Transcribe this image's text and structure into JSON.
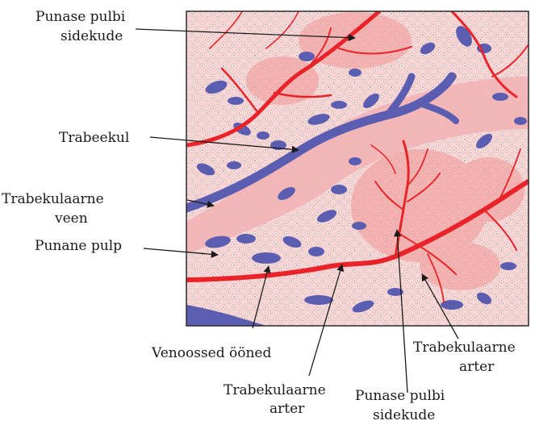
{
  "labels": {
    "red_pulp_cords_top_line1": "Punase pulbi",
    "red_pulp_cords_top_line2": "sidekude",
    "trabecula": "Trabeekul",
    "trabecular_vein_line1": "Trabekulaarne",
    "trabecular_vein_line2": "veen",
    "red_pulp": "Punane pulp",
    "venous_sinuses": "Venoossed ööned",
    "trabecular_artery_bottom_line1": "Trabekulaarne",
    "trabecular_artery_bottom_line2": "arter",
    "red_pulp_cords_bottom_line1": "Punase pulbi",
    "red_pulp_cords_bottom_line2": "sidekude",
    "trabecular_artery_right_line1": "Trabekulaarne",
    "trabecular_artery_right_line2": "arter"
  },
  "colors": {
    "tissue_background": "#f7d6d6",
    "vessel_red": "#e8232a",
    "sinus_blue": "#5a5db0",
    "trabecula_pink": "#f2b2b4",
    "pulp_cord_red": "#f08a86",
    "cell_dot": "#b94545",
    "border": "#2a2a2a"
  }
}
